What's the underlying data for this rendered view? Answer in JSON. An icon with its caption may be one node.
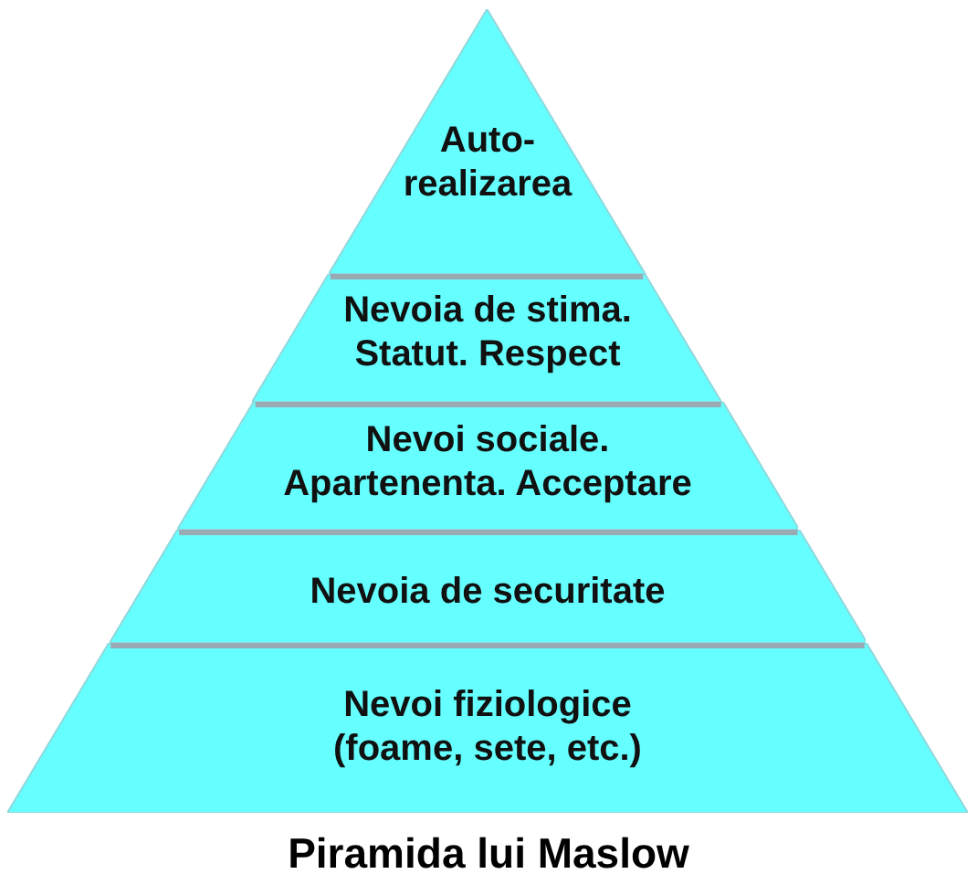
{
  "diagram": {
    "caption": "Piramida lui Maslow",
    "nodes": [
      {
        "text": [
          "Auto-realizarea"
        ]
      },
      {
        "text": [
          "Nevoia de stima. Statut. Respect"
        ]
      },
      {
        "text": [
          "Nevoi sociale. Apartenenta. Acceptare"
        ]
      },
      {
        "text": [
          "Nevoia de securitate"
        ]
      },
      {
        "text": [
          "Nevoi fiziologice (foame, sete, etc.)"
        ]
      }
    ],
    "edges": []
  }
}
